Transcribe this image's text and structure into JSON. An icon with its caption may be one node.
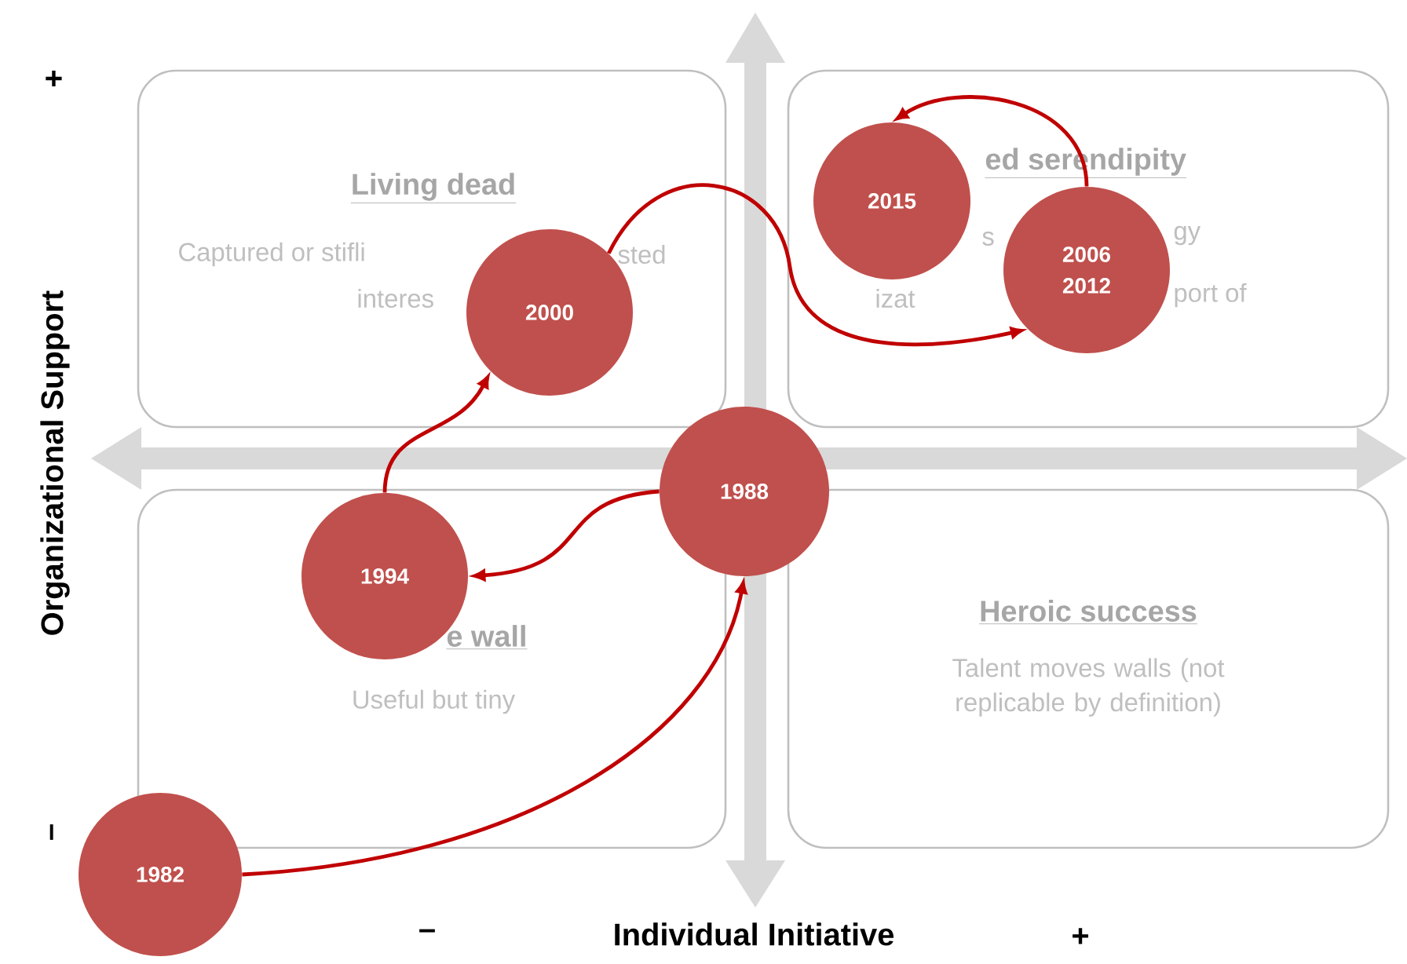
{
  "diagram": {
    "nodes": [
      {
        "text": [
          "Living dead",
          "Captured or stifli",
          "sted",
          "interes"
        ]
      },
      {
        "text": [
          "ed serendipity",
          "s",
          "gy",
          "izat",
          "port of"
        ]
      },
      {
        "text": [
          "e wall",
          "Useful but tiny"
        ]
      },
      {
        "text": [
          "Heroic success",
          "Talent moves walls (not replicable by definition)"
        ]
      },
      {
        "text": [
          "1982"
        ]
      },
      {
        "text": [
          "1988"
        ]
      },
      {
        "text": [
          "1994"
        ],
        "in": 2
      },
      {
        "text": [
          "2000"
        ],
        "in": 0
      },
      {
        "text": [
          "2006",
          "2012"
        ],
        "in": 1
      },
      {
        "text": [
          "2015"
        ],
        "in": 1
      }
    ],
    "edges": [
      {
        "from": 4,
        "to": 5,
        "arrow": "to"
      },
      {
        "from": 5,
        "to": 6,
        "arrow": "to"
      },
      {
        "from": 6,
        "to": 7,
        "arrow": "to"
      },
      {
        "from": 7,
        "to": 8,
        "arrow": "to"
      },
      {
        "from": 8,
        "to": 9,
        "arrow": "to"
      }
    ],
    "labels": [
      "+",
      "Organizational Support",
      "–",
      "–",
      "Individual Initiative",
      "+"
    ]
  }
}
